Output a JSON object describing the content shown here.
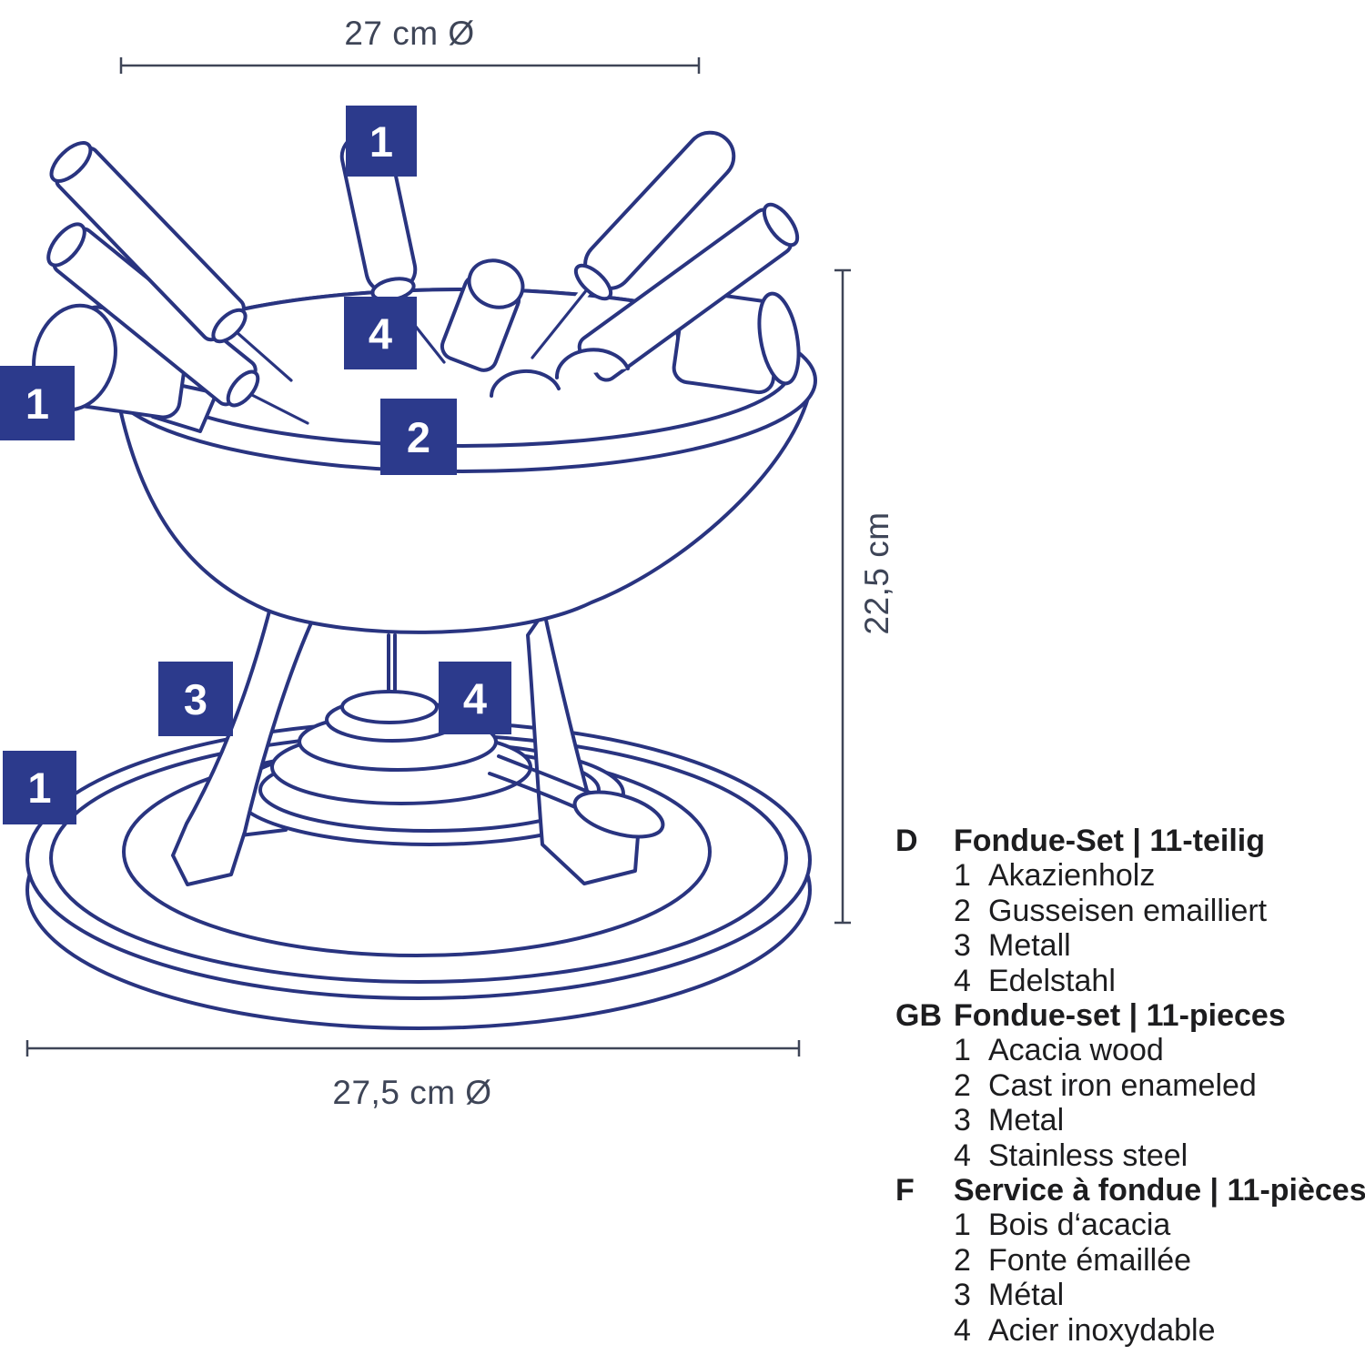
{
  "dimensions": {
    "top": {
      "label": "27 cm Ø"
    },
    "right": {
      "label": "22,5 cm"
    },
    "bottom": {
      "label": "27,5 cm Ø"
    }
  },
  "diagram": {
    "marker_color": "#2c3a8c",
    "line_color": "#293480",
    "dimension_color": "#3e4557",
    "markers": [
      {
        "num": "1"
      },
      {
        "num": "4"
      },
      {
        "num": "2"
      },
      {
        "num": "1"
      },
      {
        "num": "3"
      },
      {
        "num": "4"
      },
      {
        "num": "1"
      }
    ]
  },
  "legend": {
    "sections": [
      {
        "code": "D",
        "title": "Fondue-Set | 11-teilig",
        "items": [
          {
            "num": "1",
            "label": "Akazienholz"
          },
          {
            "num": "2",
            "label": "Gusseisen emailliert"
          },
          {
            "num": "3",
            "label": "Metall"
          },
          {
            "num": "4",
            "label": "Edelstahl"
          }
        ]
      },
      {
        "code": "GB",
        "title": "Fondue-set | 11-pieces",
        "items": [
          {
            "num": "1",
            "label": "Acacia wood"
          },
          {
            "num": "2",
            "label": "Cast iron enameled"
          },
          {
            "num": "3",
            "label": "Metal"
          },
          {
            "num": "4",
            "label": "Stainless steel"
          }
        ]
      },
      {
        "code": "F",
        "title": "Service à fondue | 11-pièces",
        "items": [
          {
            "num": "1",
            "label": "Bois d‘acacia"
          },
          {
            "num": "2",
            "label": "Fonte émaillée"
          },
          {
            "num": "3",
            "label": "Métal"
          },
          {
            "num": "4",
            "label": "Acier inoxydable"
          }
        ]
      }
    ]
  }
}
